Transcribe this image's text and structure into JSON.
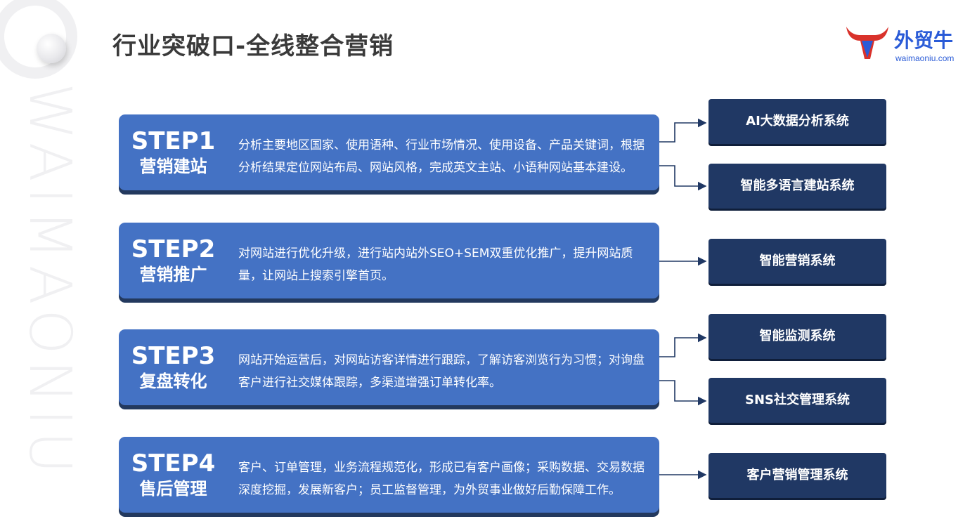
{
  "title": "行业突破口-全线整合营销",
  "watermark": "WAIMAONIU",
  "logo": {
    "name": "外贸牛",
    "domain": "waimaoniu.com"
  },
  "steps": [
    {
      "num": "STEP1",
      "name": "营销建站",
      "desc": "分析主要地区国家、使用语种、行业市场情况、使用设备、产品关键词，根据分析结果定位网站布局、网站风格，完成英文主站、小语种网站基本建设。"
    },
    {
      "num": "STEP2",
      "name": "营销推广",
      "desc": "对网站进行优化升级，进行站内站外SEO+SEM双重优化推广，提升网站质量，让网站上搜索引擎首页。"
    },
    {
      "num": "STEP3",
      "name": "复盘转化",
      "desc": "网站开始运营后，对网站访客详情进行跟踪，了解访客浏览行为习惯；对询盘客户进行社交媒体跟踪，多渠道增强订单转化率。"
    },
    {
      "num": "STEP4",
      "name": "售后管理",
      "desc": "客户、订单管理，业务流程规范化，形成已有客户画像；采购数据、交易数据深度挖掘，发展新客户；员工监督管理，为外贸事业做好后勤保障工作。"
    }
  ],
  "systems": [
    "AI大数据分析系统",
    "智能多语言建站系统",
    "智能营销系统",
    "智能监测系统",
    "SNS社交管理系统",
    "客户营销管理系统"
  ],
  "colors": {
    "step_bg": "#4472c4",
    "system_bg": "#203864",
    "logo": "#2a5bd7",
    "logo_red": "#d9322b"
  }
}
